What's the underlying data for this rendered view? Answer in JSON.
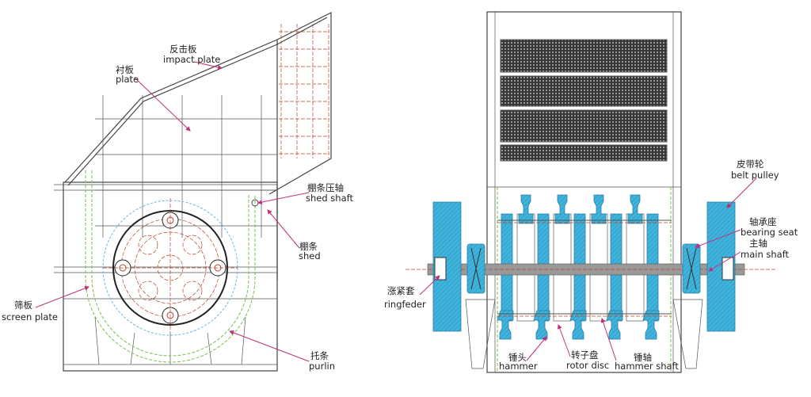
{
  "left_view": {
    "labels": {
      "impact_plate": {
        "zh": "反击板",
        "en": "impact plate"
      },
      "plate": {
        "zh": "衬板",
        "en": "plate"
      },
      "shed_shaft": {
        "zh": "棚条压轴",
        "en": "shed shaft"
      },
      "shed": {
        "zh": "棚条",
        "en": "shed"
      },
      "screen_plate": {
        "zh": "筛板",
        "en": "screen plate"
      },
      "purlin": {
        "zh": "托条",
        "en": "purlin"
      }
    }
  },
  "right_view": {
    "labels": {
      "belt_pulley": {
        "zh": "皮带轮",
        "en": "belt pulley"
      },
      "bearing_seat": {
        "zh": "轴承座",
        "en": "bearing seat"
      },
      "main_shaft": {
        "zh": "主轴",
        "en": "main shaft"
      },
      "ringfeder": {
        "zh": "涨紧套",
        "en": "ringfeder"
      },
      "hammer": {
        "zh": "锤头",
        "en": "hammer"
      },
      "rotor_disc": {
        "zh": "转子盘",
        "en": "rotor disc"
      },
      "hammer_shaft": {
        "zh": "锤轴",
        "en": "hammer shaft"
      }
    }
  },
  "colors": {
    "hatch_blue": "#3fb4dc",
    "arrow": "#c0307a",
    "centerline": "#b5442a",
    "screen": "#7ac04a"
  }
}
